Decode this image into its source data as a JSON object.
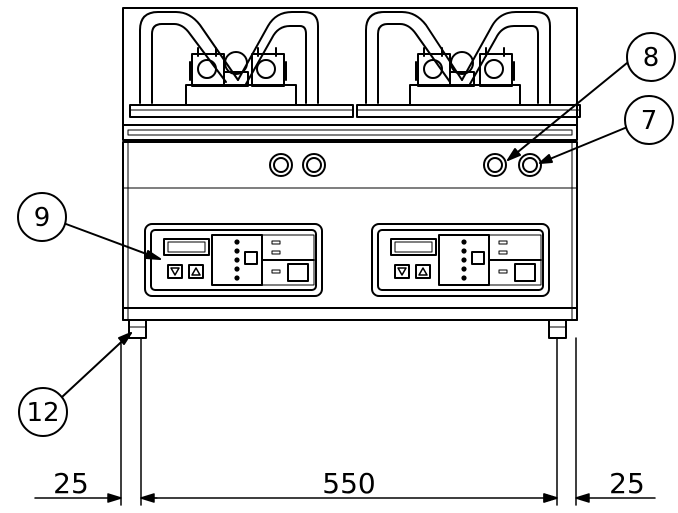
{
  "callouts": [
    {
      "id": "8",
      "text": "8"
    },
    {
      "id": "7",
      "text": "7"
    },
    {
      "id": "9",
      "text": "9"
    },
    {
      "id": "12",
      "text": "12"
    }
  ],
  "dimensions": {
    "left": "25",
    "middle": "550",
    "right": "25"
  },
  "colors": {
    "line": "#000000",
    "background": "#ffffff"
  }
}
